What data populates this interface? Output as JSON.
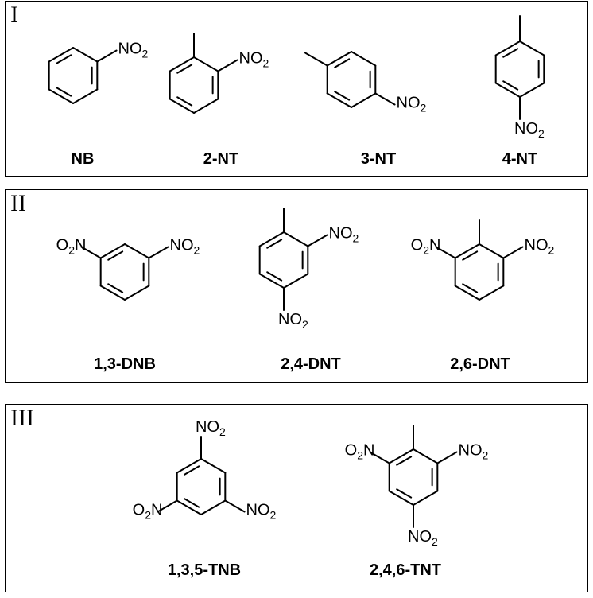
{
  "group_labels": {
    "g1": "I",
    "g2": "II",
    "g3": "III"
  },
  "group1": {
    "nb": "NB",
    "nt2": "2-NT",
    "nt3": "3-NT",
    "nt4": "4-NT"
  },
  "group2": {
    "dnb13": "1,3-DNB",
    "dnt24": "2,4-DNT",
    "dnt26": "2,6-DNT"
  },
  "group3": {
    "tnb135": "1,3,5-TNB",
    "tnt246": "2,4,6-TNT"
  },
  "nitro_group_text": {
    "n": "N",
    "o": "O",
    "subscript": "2"
  },
  "colors": {
    "line": "#000000",
    "background": "#ffffff"
  }
}
